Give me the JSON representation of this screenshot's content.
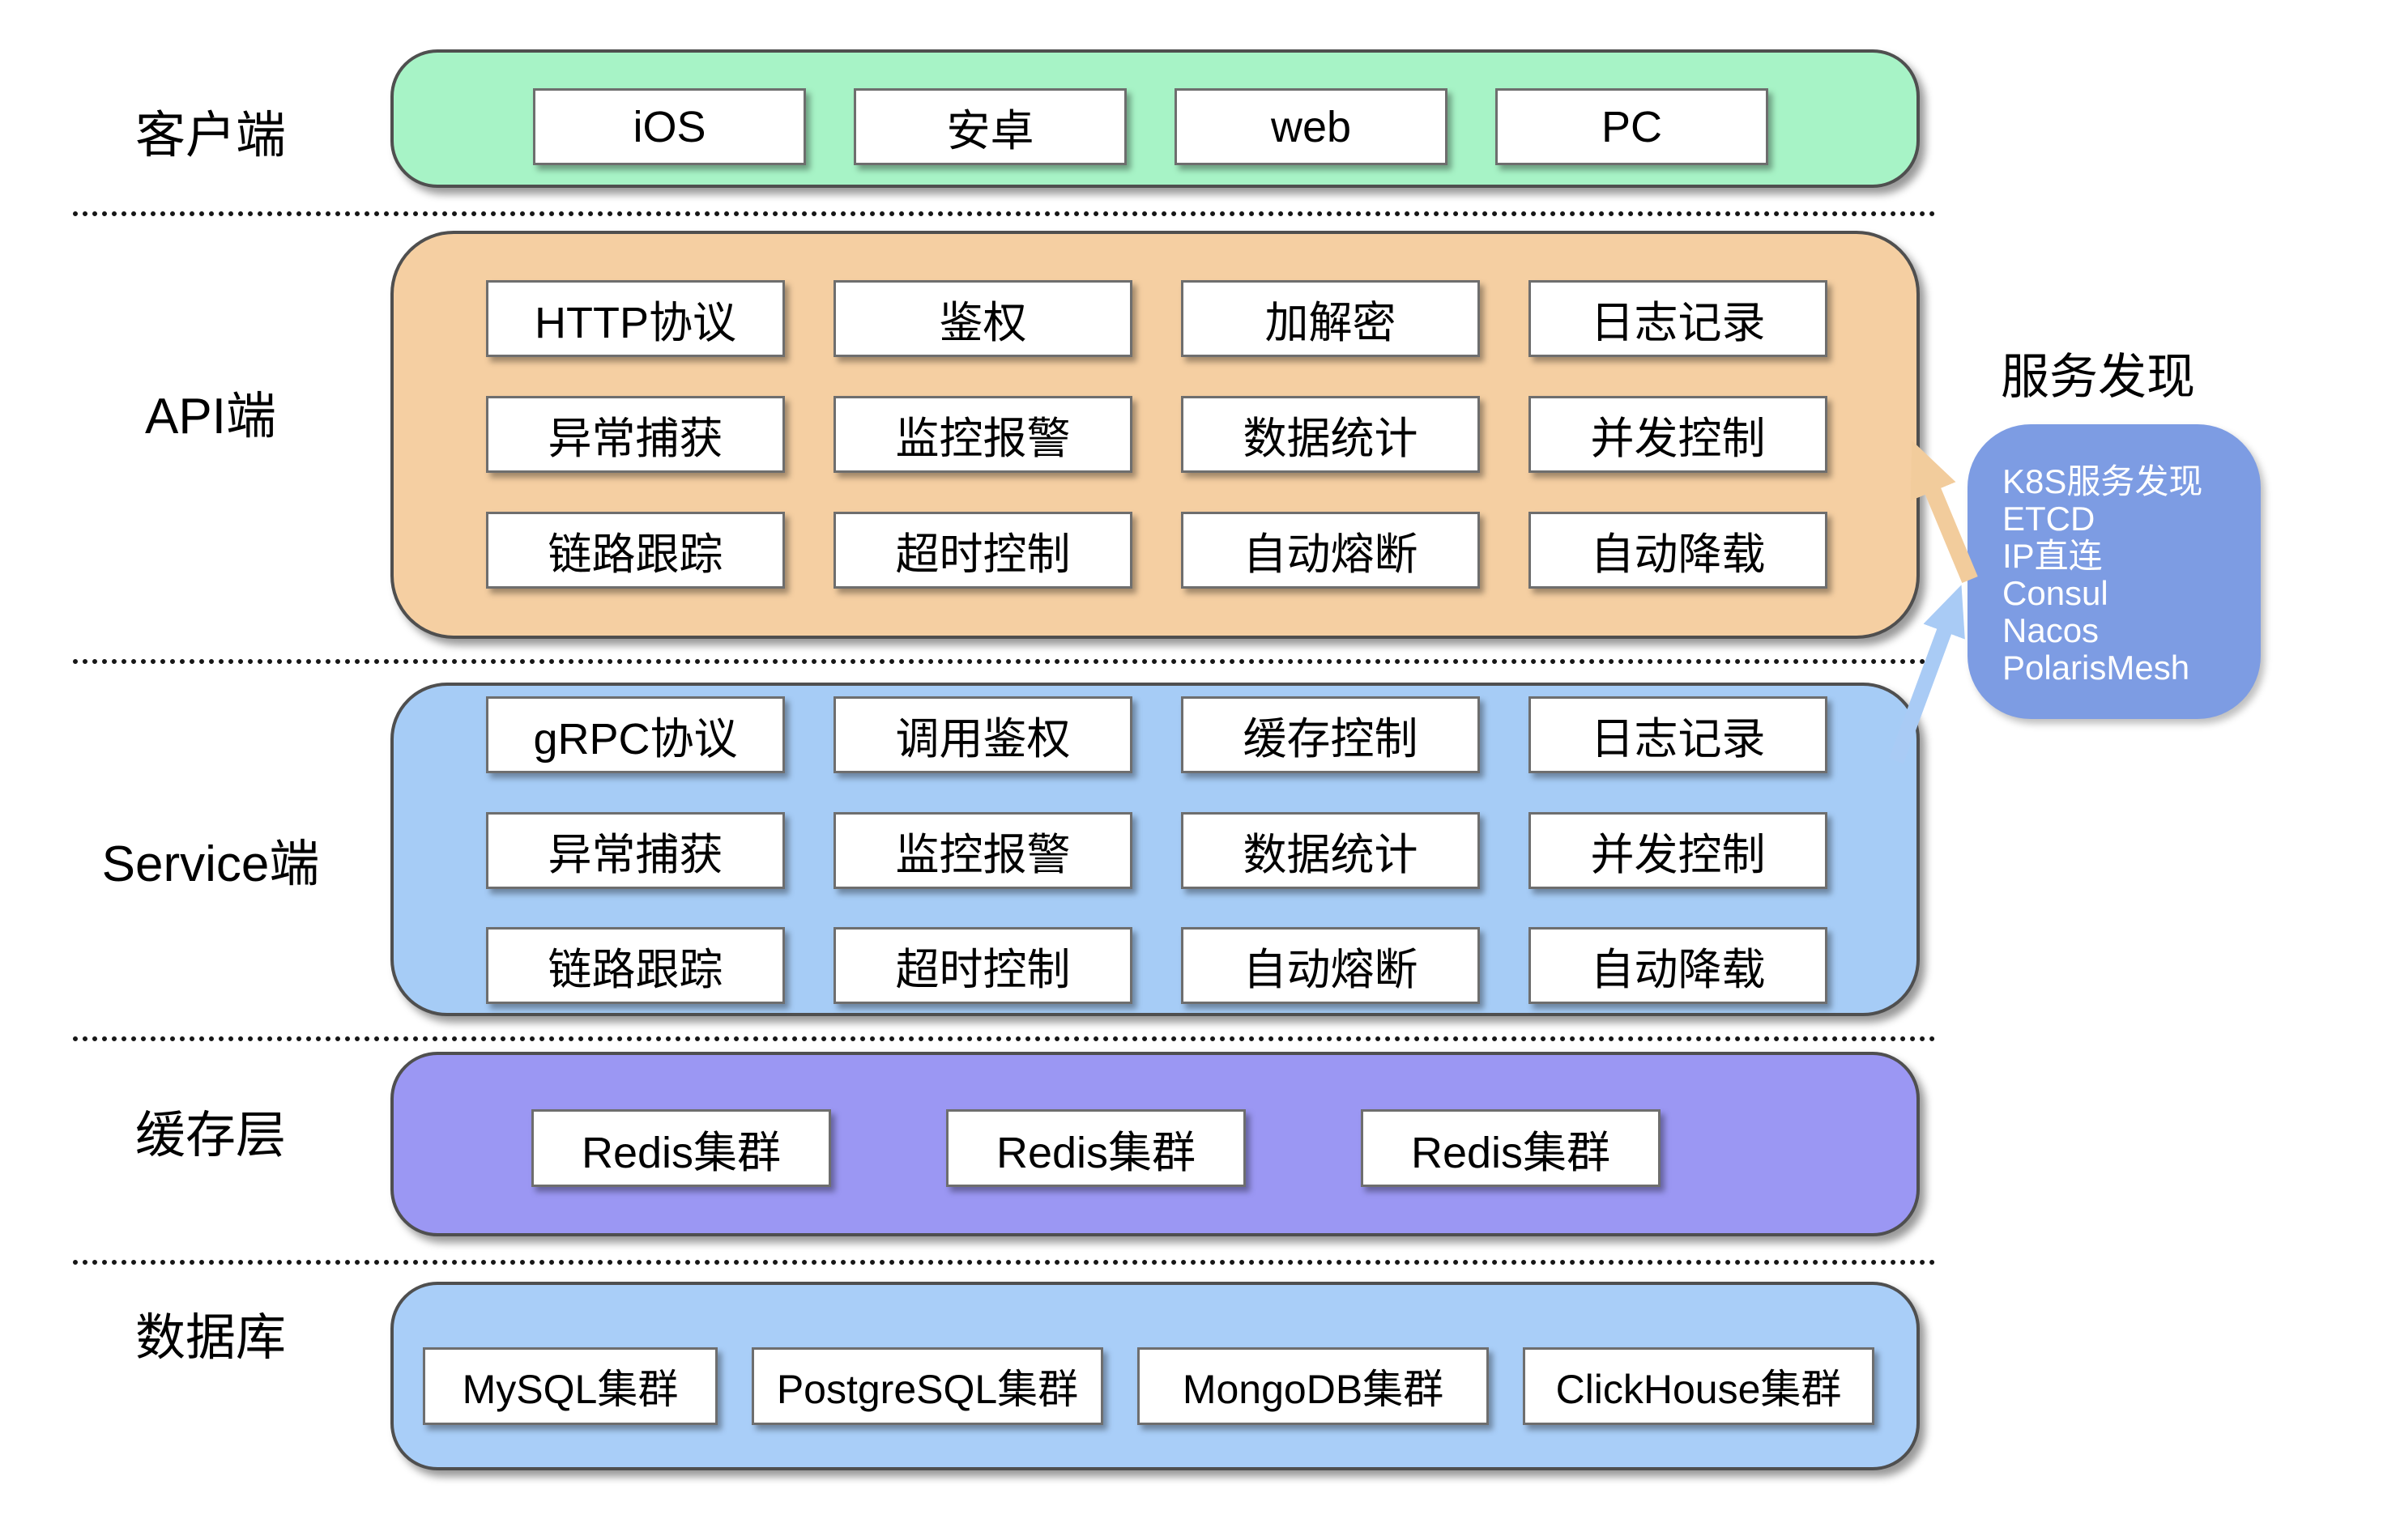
{
  "colors": {
    "client": "#A7F3C6",
    "api": "#F5CFA2",
    "service": "#A6CCF6",
    "cache": "#9B97F3",
    "db": "#A9CEF8",
    "discovery": "#7D9CE3",
    "arrow-orange": "#F2CC9C",
    "arrow-blue": "#A9CBF5"
  },
  "layers": {
    "client": {
      "label": "客户端",
      "chips": [
        "iOS",
        "安卓",
        "web",
        "PC"
      ]
    },
    "api": {
      "label": "API端",
      "rows": [
        [
          "HTTP协议",
          "鉴权",
          "加解密",
          "日志记录"
        ],
        [
          "异常捕获",
          "监控报警",
          "数据统计",
          "并发控制"
        ],
        [
          "链路跟踪",
          "超时控制",
          "自动熔断",
          "自动降载"
        ]
      ]
    },
    "service": {
      "label": "Service端",
      "rows": [
        [
          "gRPC协议",
          "调用鉴权",
          "缓存控制",
          "日志记录"
        ],
        [
          "异常捕获",
          "监控报警",
          "数据统计",
          "并发控制"
        ],
        [
          "链路跟踪",
          "超时控制",
          "自动熔断",
          "自动降载"
        ]
      ]
    },
    "cache": {
      "label": "缓存层",
      "chips": [
        "Redis集群",
        "Redis集群",
        "Redis集群"
      ]
    },
    "database": {
      "label": "数据库",
      "chips": [
        "MySQL集群",
        "PostgreSQL集群",
        "MongoDB集群",
        "ClickHouse集群"
      ]
    }
  },
  "discovery": {
    "title": "服务发现",
    "items": [
      "K8S服务发现",
      "ETCD",
      "IP直连",
      "Consul",
      "Nacos",
      "PolarisMesh"
    ]
  }
}
